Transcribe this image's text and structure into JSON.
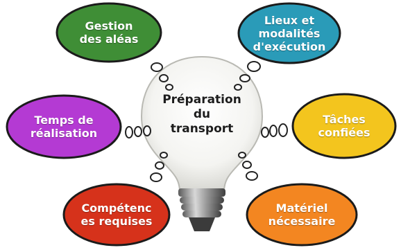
{
  "center": {
    "title": "Préparation\ndu\ntransport"
  },
  "bubbles": [
    {
      "label": "Gestion\ndes aléas",
      "color": "#3f8e36"
    },
    {
      "label": "Lieux et\nmodalités\nd'exécution",
      "color": "#2a9bb8"
    },
    {
      "label": "Temps de\nréalisation",
      "color": "#b43ad3"
    },
    {
      "label": "Tâches\nconfiées",
      "color": "#f3c51e"
    },
    {
      "label": "Compétenc\nes requises",
      "color": "#d6321b"
    },
    {
      "label": "Matériel\nnécessaire",
      "color": "#f38621"
    }
  ]
}
